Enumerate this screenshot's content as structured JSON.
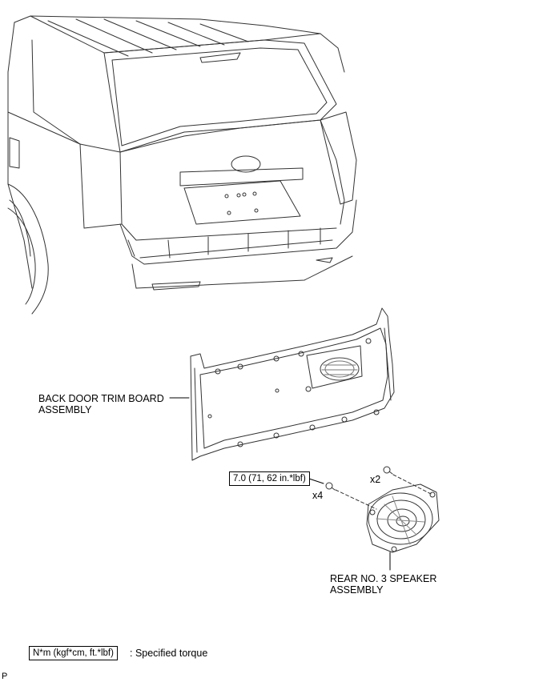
{
  "labels": {
    "trim_board_line1": "BACK DOOR TRIM BOARD",
    "trim_board_line2": "ASSEMBLY",
    "speaker_line1": "REAR NO. 3 SPEAKER",
    "speaker_line2": "ASSEMBLY",
    "torque_value": "7.0 (71, 62 in.*lbf)",
    "qty_x4": "x4",
    "qty_x2": "x2",
    "legend_units": "N*m (kgf*cm, ft.*lbf)",
    "legend_desc": ": Specified torque",
    "corner_mark": "P"
  }
}
